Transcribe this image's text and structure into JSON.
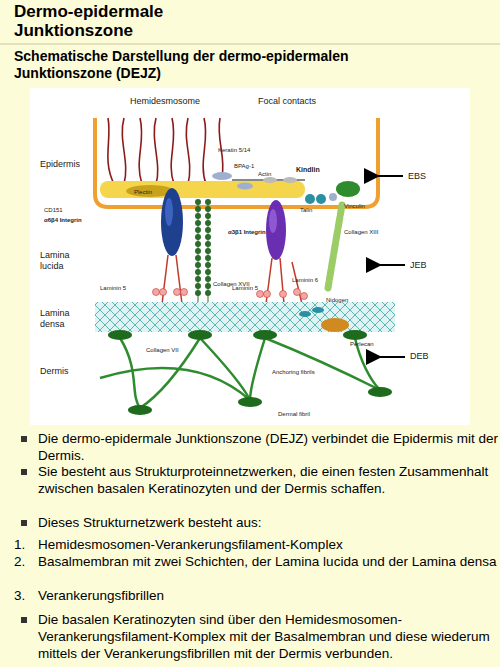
{
  "diagram": {
    "title": "Dermo-epidermale Junktionszone",
    "labels": [
      "Schematische Darstellung der dermo-epidermalen Junktionszone (DEJZ)",
      "Hemidesmosome",
      "Focal contacts",
      "Epidermis",
      "Keratin 5/14",
      "BPAg-1",
      "Actin",
      "Kindlin",
      "EBS",
      "Plectin",
      "CD151",
      "α6β4 Integrin",
      "Talin",
      "Vinculin",
      "α3β1 Integrin",
      "Collagen XIII",
      "Lamina lucida",
      "JEB",
      "Laminin 5",
      "Collagen XVII",
      "Laminin 5",
      "Laminin 6",
      "Nidogen",
      "Lamina densa",
      "Perlecan",
      "DEB",
      "Collagen VII",
      "Dermis",
      "Anchoring fibrils",
      "Dermal fibril",
      "Die dermo-epidermale Junktionszone (DEJZ) verbindet die Epidermis mit der Dermis.",
      "Sie besteht aus Strukturproteinnetzwerken, die einen festen Zusammenhalt zwischen basalen Keratinozyten und der Dermis schaffen.",
      "Dieses Strukturnetzwerk besteht aus:",
      "1.",
      "Hemidesmosomen-Verankerungsfilament-Komplex",
      "2.",
      "Basalmembran mit zwei Schichten, der Lamina lucida und der Lamina densa",
      "3.",
      "Verankerungsfibrillen",
      "Die basalen Keratinozyten sind über den Hemidesmosomen-Verankerungsfilament-Komplex mit der Basalmembran und diese wiederum mittels der Verankerungsfibrillen mit der Dermis verbunden."
    ]
  }
}
